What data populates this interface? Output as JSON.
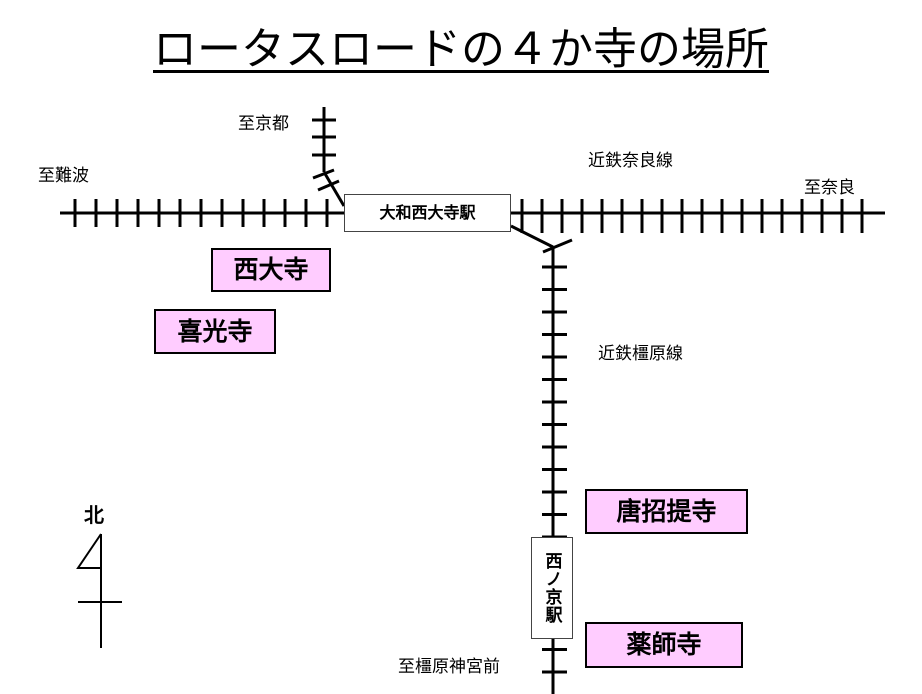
{
  "title": "ロータスロードの４か寺の場所",
  "directions": {
    "to_kyoto": "至京都",
    "to_namba": "至難波",
    "to_nara": "至奈良",
    "to_kashiharajingumae": "至橿原神宮前"
  },
  "lines": {
    "nara_line": "近鉄奈良線",
    "kashihara_line": "近鉄橿原線"
  },
  "stations": {
    "yamato_saidaiji": "大和西大寺駅",
    "nishinokyo": "西ノ京駅"
  },
  "temples": {
    "saidaiji": "西大寺",
    "kikoji": "喜光寺",
    "toshodaiji": "唐招提寺",
    "yakushiji": "薬師寺"
  },
  "compass": {
    "north": "北"
  },
  "colors": {
    "temple_fill": "#ffccff",
    "track": "#000000"
  }
}
